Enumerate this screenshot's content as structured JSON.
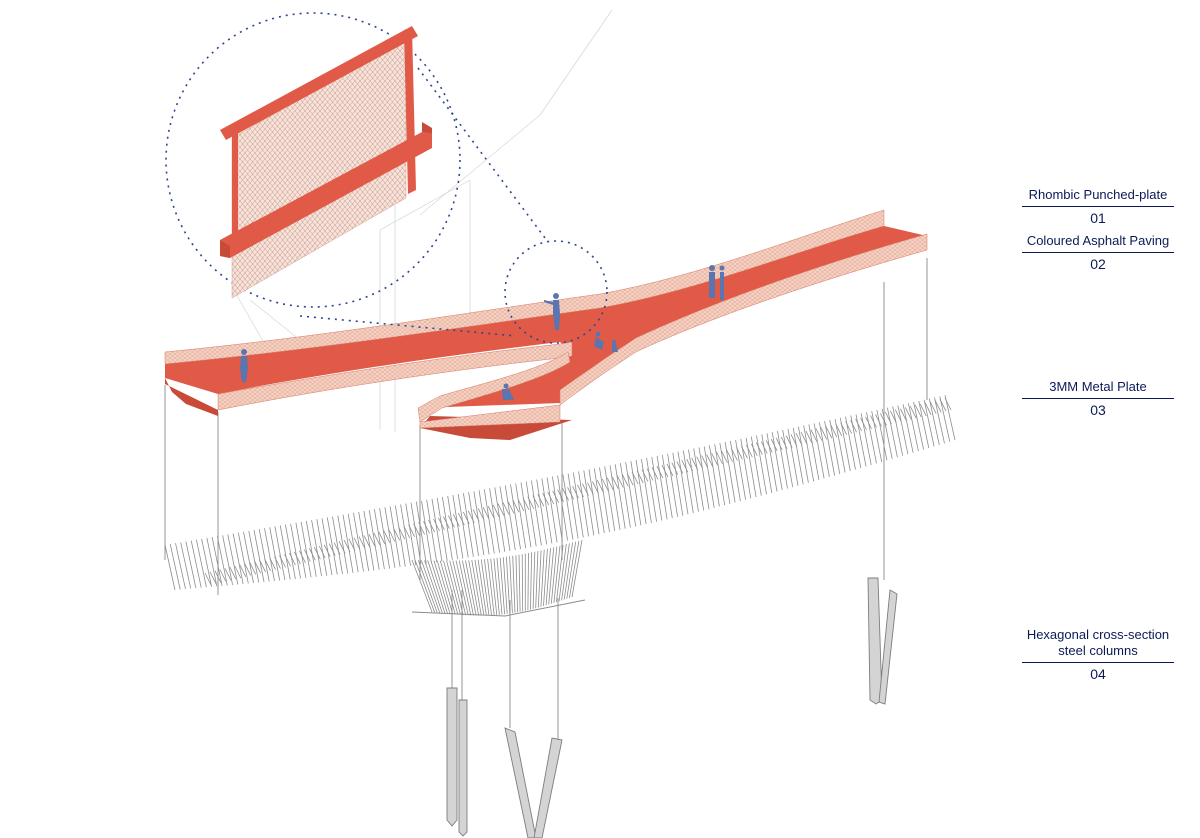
{
  "colors": {
    "red": "#e05a47",
    "red_dark": "#c84a38",
    "pink": "#f3c4b3",
    "figure": "#5a75b0",
    "leader": "#2e4691",
    "steel": "#9a9a9a",
    "legend_text": "#0b1a57"
  },
  "legend": [
    {
      "title": "Rhombic Punched-plate",
      "number": "01"
    },
    {
      "title": "Coloured Asphalt Paving",
      "number": "02"
    },
    {
      "title": "3MM Metal Plate",
      "number": "03"
    },
    {
      "title": "Hexagonal cross-section steel columns",
      "number": "04"
    }
  ],
  "icons": [
    "pedestrian-figure-icon",
    "railing-detail-icon"
  ]
}
